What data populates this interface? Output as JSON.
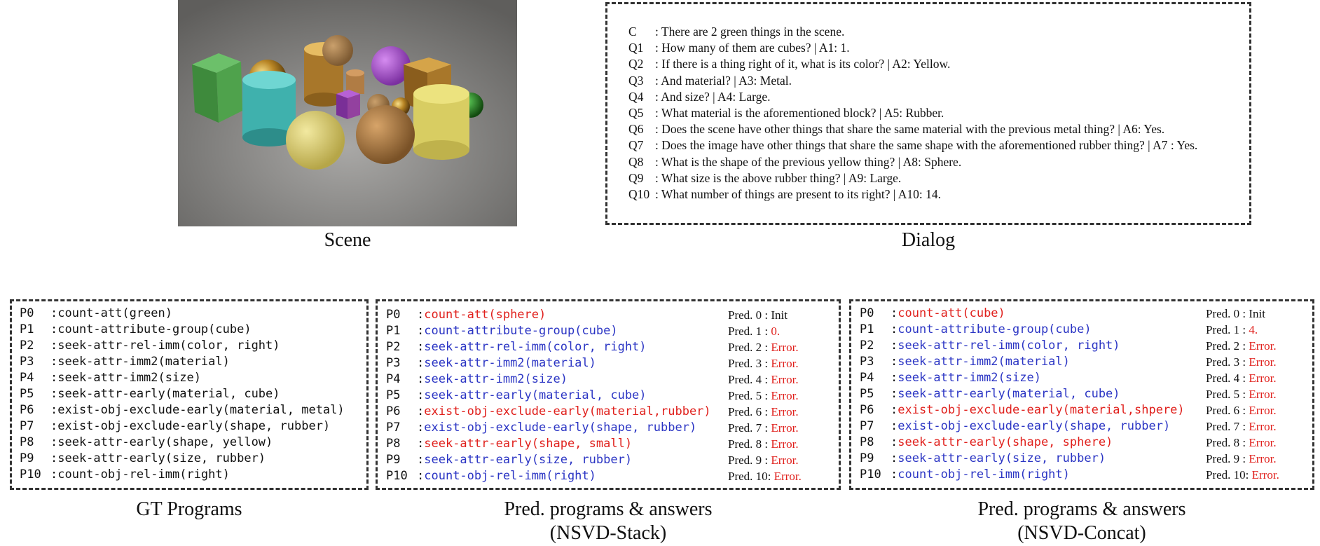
{
  "scene": {
    "caption": "Scene"
  },
  "dialog": {
    "caption": "Dialog",
    "lines": [
      {
        "key": "C",
        "text": ": There are 2 green things in the scene."
      },
      {
        "key": "Q1",
        "text": ": How many of them are cubes? | A1:  1."
      },
      {
        "key": "Q2",
        "text": ": If there is a thing right of it, what is its color? | A2: Yellow."
      },
      {
        "key": "Q3",
        "text": ": And material? | A3: Metal."
      },
      {
        "key": "Q4",
        "text": ": And size? | A4: Large."
      },
      {
        "key": "Q5",
        "text": ": What material is the aforementioned block? | A5: Rubber."
      },
      {
        "key": "Q6",
        "text": ": Does the scene have other things that share the same material with the previous metal thing? | A6: Yes."
      },
      {
        "key": "Q7",
        "text": ": Does the image have other things that share the same shape with the aforementioned rubber thing? | A7 : Yes."
      },
      {
        "key": "Q8",
        "text": ": What is the shape of the previous yellow thing? | A8: Sphere."
      },
      {
        "key": "Q9",
        "text": ": What size is the above rubber thing? | A9: Large."
      },
      {
        "key": "Q10",
        "text": ": What number of things are present to its right? | A10: 14."
      }
    ]
  },
  "gt": {
    "caption": "GT Programs",
    "lines": [
      {
        "key": "P0",
        "text": ":count-att(green)"
      },
      {
        "key": "P1",
        "text": ":count-attribute-group(cube)"
      },
      {
        "key": "P2",
        "text": ":seek-attr-rel-imm(color, right)"
      },
      {
        "key": "P3",
        "text": ":seek-attr-imm2(material)"
      },
      {
        "key": "P4",
        "text": ":seek-attr-imm2(size)"
      },
      {
        "key": "P5",
        "text": ":seek-attr-early(material, cube)"
      },
      {
        "key": "P6",
        "text": ":exist-obj-exclude-early(material, metal)"
      },
      {
        "key": "P7",
        "text": ":exist-obj-exclude-early(shape, rubber)"
      },
      {
        "key": "P8",
        "text": ":seek-attr-early(shape, yellow)"
      },
      {
        "key": "P9",
        "text": ":seek-attr-early(size, rubber)"
      },
      {
        "key": "P10",
        "text": ":count-obj-rel-imm(right)"
      }
    ]
  },
  "stack": {
    "caption_1": "Pred. programs & answers",
    "caption_2": "(NSVD-Stack)",
    "lines": [
      {
        "key": "P0",
        "sep": ":",
        "text": "count-att(sphere)",
        "color": "red",
        "pred": "Pred. 0 :",
        "ans": "Init",
        "ans_color": "black"
      },
      {
        "key": "P1",
        "sep": ":",
        "text": "count-attribute-group(cube)",
        "color": "blue",
        "pred": "Pred. 1 :",
        "ans": "0.",
        "ans_color": "red"
      },
      {
        "key": "P2",
        "sep": ":",
        "text": "seek-attr-rel-imm(color, right)",
        "color": "blue",
        "pred": "Pred. 2 :",
        "ans": "Error.",
        "ans_color": "red"
      },
      {
        "key": "P3",
        "sep": ":",
        "text": "seek-attr-imm2(material)",
        "color": "blue",
        "pred": "Pred. 3 :",
        "ans": "Error.",
        "ans_color": "red"
      },
      {
        "key": "P4",
        "sep": ":",
        "text": "seek-attr-imm2(size)",
        "color": "blue",
        "pred": "Pred. 4 :",
        "ans": "Error.",
        "ans_color": "red"
      },
      {
        "key": "P5",
        "sep": ":",
        "text": "seek-attr-early(material, cube)",
        "color": "blue",
        "pred": "Pred. 5 :",
        "ans": "Error.",
        "ans_color": "red"
      },
      {
        "key": "P6",
        "sep": ":",
        "text": "exist-obj-exclude-early(material,rubber)",
        "color": "red",
        "pred": "Pred. 6 :",
        "ans": "Error.",
        "ans_color": "red"
      },
      {
        "key": "P7",
        "sep": ":",
        "text": "exist-obj-exclude-early(shape, rubber)",
        "color": "blue",
        "pred": "Pred. 7 :",
        "ans": "Error.",
        "ans_color": "red"
      },
      {
        "key": "P8",
        "sep": ":",
        "text": "seek-attr-early(shape, small)",
        "color": "red",
        "pred": "Pred. 8 :",
        "ans": "Error.",
        "ans_color": "red"
      },
      {
        "key": "P9",
        "sep": ":",
        "text": "seek-attr-early(size, rubber)",
        "color": "blue",
        "pred": "Pred. 9 :",
        "ans": "Error.",
        "ans_color": "red"
      },
      {
        "key": "P10",
        "sep": ":",
        "text": "count-obj-rel-imm(right)",
        "color": "blue",
        "pred": "Pred. 10:",
        "ans": "Error.",
        "ans_color": "red"
      }
    ]
  },
  "concat": {
    "caption_1": "Pred. programs & answers",
    "caption_2": "(NSVD-Concat)",
    "lines": [
      {
        "key": "P0",
        "sep": ":",
        "text": "count-att(cube)",
        "color": "red",
        "pred": "Pred. 0 :",
        "ans": "Init",
        "ans_color": "black"
      },
      {
        "key": "P1",
        "sep": ":",
        "text": "count-attribute-group(cube)",
        "color": "blue",
        "pred": "Pred. 1 :",
        "ans": "4.",
        "ans_color": "red"
      },
      {
        "key": "P2",
        "sep": ":",
        "text": "seek-attr-rel-imm(color, right)",
        "color": "blue",
        "pred": "Pred. 2 :",
        "ans": "Error.",
        "ans_color": "red"
      },
      {
        "key": "P3",
        "sep": ":",
        "text": "seek-attr-imm2(material)",
        "color": "blue",
        "pred": "Pred. 3 :",
        "ans": "Error.",
        "ans_color": "red"
      },
      {
        "key": "P4",
        "sep": ":",
        "text": "seek-attr-imm2(size)",
        "color": "blue",
        "pred": "Pred. 4 :",
        "ans": "Error.",
        "ans_color": "red"
      },
      {
        "key": "P5",
        "sep": ":",
        "text": "seek-attr-early(material, cube)",
        "color": "blue",
        "pred": "Pred. 5 :",
        "ans": "Error.",
        "ans_color": "red"
      },
      {
        "key": "P6",
        "sep": ":",
        "text": "exist-obj-exclude-early(material,shpere)",
        "color": "red",
        "pred": "Pred. 6 :",
        "ans": "Error.",
        "ans_color": "red"
      },
      {
        "key": "P7",
        "sep": ":",
        "text": "exist-obj-exclude-early(shape, rubber)",
        "color": "blue",
        "pred": "Pred. 7 :",
        "ans": "Error.",
        "ans_color": "red"
      },
      {
        "key": "P8",
        "sep": ":",
        "text": "seek-attr-early(shape, sphere)",
        "color": "red",
        "pred": "Pred. 8 :",
        "ans": "Error.",
        "ans_color": "red"
      },
      {
        "key": "P9",
        "sep": ":",
        "text": "seek-attr-early(size, rubber)",
        "color": "blue",
        "pred": "Pred. 9 :",
        "ans": "Error.",
        "ans_color": "red"
      },
      {
        "key": "P10",
        "sep": ":",
        "text": "count-obj-rel-imm(right)",
        "color": "blue",
        "pred": "Pred. 10:",
        "ans": "Error.",
        "ans_color": "red"
      }
    ]
  }
}
